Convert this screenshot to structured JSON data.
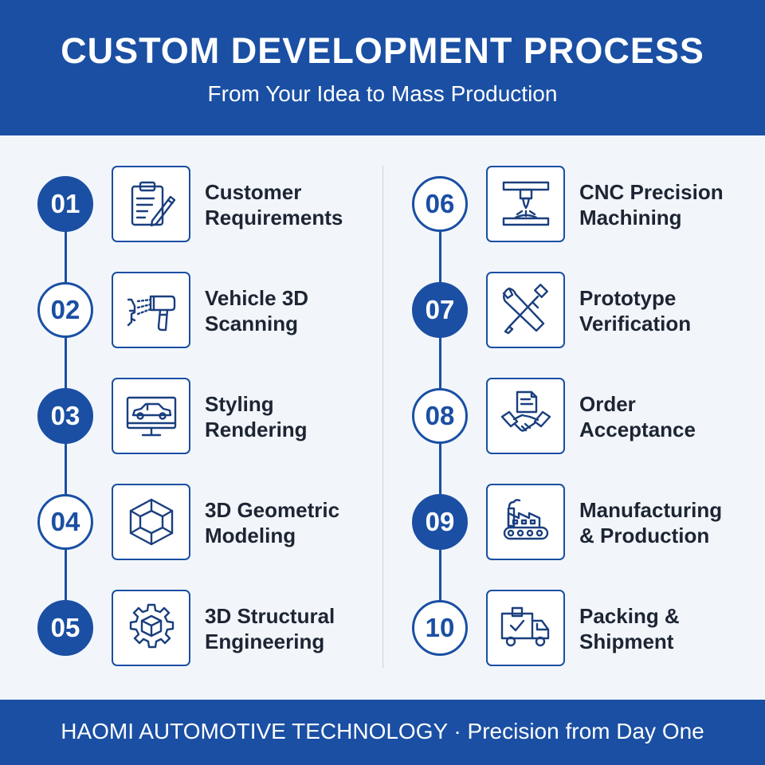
{
  "header": {
    "title": "CUSTOM DEVELOPMENT PROCESS",
    "subtitle": "From Your Idea to Mass Production"
  },
  "steps": [
    {
      "number": "01",
      "line1": "Customer",
      "line2": "Requirements",
      "icon": "clipboard-icon"
    },
    {
      "number": "02",
      "line1": "Vehicle 3D",
      "line2": "Scanning",
      "icon": "scanner-icon"
    },
    {
      "number": "03",
      "line1": "Styling",
      "line2": "Rendering",
      "icon": "monitor-car-icon"
    },
    {
      "number": "04",
      "line1": "3D Geometric",
      "line2": "Modeling",
      "icon": "cube-icon"
    },
    {
      "number": "05",
      "line1": "3D Structural",
      "line2": "Engineering",
      "icon": "gear-cube-icon"
    },
    {
      "number": "06",
      "line1": "CNC Precision",
      "line2": "Machining",
      "icon": "cnc-machine-icon"
    },
    {
      "number": "07",
      "line1": "Prototype",
      "line2": "Verification",
      "icon": "wrench-screwdriver-icon"
    },
    {
      "number": "08",
      "line1": "Order",
      "line2": "Acceptance",
      "icon": "handshake-icon"
    },
    {
      "number": "09",
      "line1": "Manufacturing",
      "line2": "& Production",
      "icon": "factory-icon"
    },
    {
      "number": "10",
      "line1": "Packing &",
      "line2": "Shipment",
      "icon": "delivery-truck-icon"
    }
  ],
  "footer": {
    "text": "HAOMI AUTOMOTIVE TECHNOLOGY · Precision from Day One"
  },
  "colors": {
    "brand_blue": "#1a4fa3",
    "background": "#f2f6fb",
    "text_dark": "#1d2533"
  }
}
